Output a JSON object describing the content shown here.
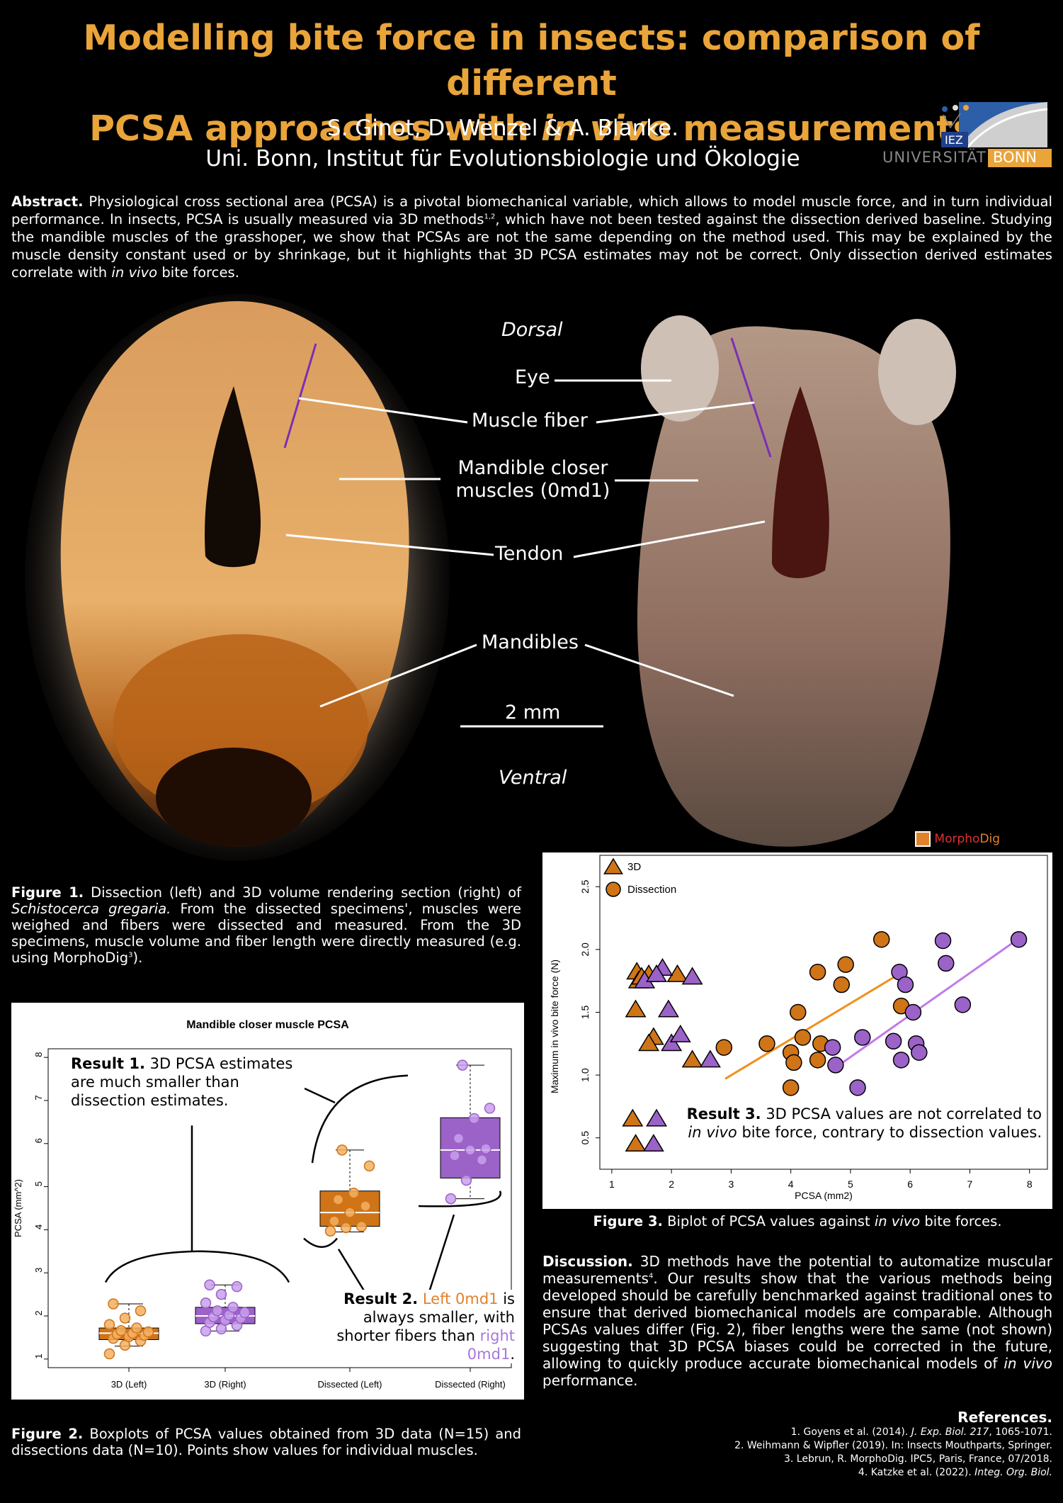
{
  "title": {
    "line1": "Modelling bite force in insects: comparison of different",
    "line2_pre": "PCSA approaches with ",
    "line2_italic": "in vivo",
    "line2_post": " measurements"
  },
  "authors": {
    "names": "S. Ginot, D. Wenzel & A. Blanke.",
    "affiliation": "Uni. Bonn, Institut für Evolutionsbiologie und Ökologie"
  },
  "logo": {
    "badge": "IEZ",
    "uni": "UNIVERSITÄT",
    "bonn": "BONN"
  },
  "abstract": {
    "heading": "Abstract.",
    "text1": " Physiological cross sectional area (PCSA) is a pivotal biomechanical variable, which allows to model muscle force, and in turn individual performance. In insects, PCSA is usually measured via 3D methods",
    "sup": "1,2",
    "text2": ", which have not been tested against the dissection derived baseline. Studying the mandible muscles of the grasshoper, we show that PCSAs are not the same depending on the method used. This may be explained by the muscle density constant used or by shrinkage, but it highlights that 3D PCSA estimates may not be correct. Only dissection derived estimates correlate with ",
    "italic": "in vivo",
    "text3": " bite forces."
  },
  "figure1": {
    "labels": {
      "dorsal": "Dorsal",
      "eye": "Eye",
      "muscle_fiber": "Muscle fiber",
      "closer1": "Mandible closer",
      "closer2": "muscles (0md1)",
      "tendon": "Tendon",
      "mandibles": "Mandibles",
      "scale": "2 mm",
      "ventral": "Ventral"
    },
    "morphodig": {
      "pre": "Morpho",
      "post": "Dig"
    },
    "caption": {
      "heading": "Figure 1.",
      "t1": " Dissection (left) and 3D volume rendering section (right) of ",
      "species": "Schistocerca gregaria.",
      "t2": " From the dissected specimens', muscles were weighed and fibers were dissected and measured. From the 3D specimens, muscle volume and fiber length were directly measured (e.g. using MorphoDig",
      "sup": "3",
      "t3": ")."
    }
  },
  "figure2": {
    "caption": {
      "heading": "Figure 2.",
      "text": " Boxplots of PCSA values obtained from 3D data (N=15) and dissections data (N=10). Points show values for individual muscles."
    },
    "result1": {
      "heading": "Result 1.",
      "text": " 3D PCSA estimates are much smaller than dissection estimates."
    },
    "result2": {
      "heading": "Result 2.",
      "sp1": " ",
      "left": "Left 0md1",
      "t1": " is always smaller, with shorter fibers than ",
      "right": "right 0md1",
      "t2": "."
    }
  },
  "figure3": {
    "caption": {
      "heading": "Figure 3.",
      "t1": " Biplot of PCSA values against ",
      "italic": "in vivo",
      "t2": " bite forces."
    },
    "result3": {
      "heading": "Result 3.",
      "t1": " 3D PCSA values are not correlated to ",
      "italic": "in vivo",
      "t2": " bite force, contrary to dissection values."
    }
  },
  "discussion": {
    "heading": "Discussion.",
    "t1": " 3D methods have the potential to automatize muscular measurements",
    "sup": "4",
    "t2": ". Our results show that the various methods being developed should be carefully benchmarked against traditional ones to ensure that derived biomechanical models are comparable. Although PCSAs values differ (Fig. 2), fiber lengths were the same (not shown) suggesting that 3D PCSA biases could be corrected in the future, allowing to quickly produce accurate biomechanical models of ",
    "italic": "in vivo",
    "t3": " performance."
  },
  "references": {
    "heading": "References.",
    "r1a": "1. Goyens et al. (2014). ",
    "r1i": "J. Exp. Biol. 217",
    "r1b": ", 1065-1071.",
    "r2": "2. Weihmann & Wipfler (2019). In: Insects Mouthparts, Springer.",
    "r3": "3. Lebrun, R. MorphoDig. IPC5, Paris, France, 07/2018.",
    "r4a": "4. Katzke et al. (2022). ",
    "r4i": "Integ. Org. Biol."
  },
  "colors": {
    "accent": "#e9a43a",
    "orange": "#d07418",
    "purple": "#9b62c8"
  },
  "chart_data": [
    {
      "type": "boxplot",
      "title": "Mandible closer muscle PCSA",
      "ylabel": "PCSA (mm^2)",
      "xlabel": "",
      "ylim": [
        0.8,
        8.2
      ],
      "yticks": [
        1,
        2,
        3,
        4,
        5,
        6,
        7,
        8
      ],
      "categories": [
        "3D (Left)",
        "3D (Right)",
        "Dissected (Left)",
        "Dissected (Right)"
      ],
      "boxes": [
        {
          "name": "3D (Left)",
          "color": "orange",
          "min": 1.3,
          "q1": 1.45,
          "median": 1.6,
          "q3": 1.72,
          "max": 2.28,
          "points": [
            1.12,
            1.32,
            1.42,
            1.48,
            1.52,
            1.55,
            1.58,
            1.6,
            1.63,
            1.66,
            1.72,
            1.8,
            1.95,
            2.12,
            2.28
          ]
        },
        {
          "name": "3D (Right)",
          "color": "purple",
          "min": 1.65,
          "q1": 1.82,
          "median": 2.0,
          "q3": 2.2,
          "max": 2.72,
          "points": [
            1.65,
            1.7,
            1.78,
            1.85,
            1.9,
            1.95,
            1.98,
            2.02,
            2.08,
            2.12,
            2.2,
            2.3,
            2.5,
            2.68,
            2.72
          ]
        },
        {
          "name": "Dissected (Left)",
          "color": "orange",
          "min": 3.95,
          "q1": 4.08,
          "median": 4.4,
          "q3": 4.9,
          "max": 5.85,
          "points": [
            3.97,
            4.05,
            4.08,
            4.2,
            4.4,
            4.55,
            4.7,
            4.85,
            5.48,
            5.85
          ]
        },
        {
          "name": "Dissected (Right)",
          "color": "purple",
          "min": 4.72,
          "q1": 5.2,
          "median": 5.85,
          "q3": 6.6,
          "max": 7.82,
          "points": [
            4.72,
            5.15,
            5.62,
            5.72,
            5.85,
            5.88,
            6.12,
            6.58,
            6.82,
            7.82
          ]
        }
      ]
    },
    {
      "type": "scatter",
      "xlabel": "PCSA (mm2)",
      "ylabel": "Maximum in vivo bite force (N)",
      "xlim": [
        0.8,
        8.3
      ],
      "ylim": [
        0.25,
        2.75
      ],
      "xticks": [
        1,
        2,
        3,
        4,
        5,
        6,
        7,
        8
      ],
      "yticks": [
        0.5,
        1.0,
        1.5,
        2.0,
        2.5
      ],
      "legend": [
        "3D",
        "Dissection"
      ],
      "legend_position": "top-left",
      "series": [
        {
          "name": "3D",
          "color": "orange",
          "marker": "triangle",
          "points": [
            [
              1.42,
              1.82
            ],
            [
              1.45,
              1.75
            ],
            [
              1.5,
              1.78
            ],
            [
              1.62,
              1.8
            ],
            [
              1.4,
              1.52
            ],
            [
              1.7,
              1.3
            ],
            [
              1.62,
              1.25
            ],
            [
              2.1,
              1.8
            ],
            [
              2.35,
              1.12
            ],
            [
              1.35,
              0.65
            ],
            [
              1.4,
              0.45
            ]
          ]
        },
        {
          "name": "3D",
          "color": "purple",
          "marker": "triangle",
          "points": [
            [
              1.55,
              1.75
            ],
            [
              1.85,
              1.85
            ],
            [
              1.75,
              1.8
            ],
            [
              1.95,
              1.52
            ],
            [
              2.0,
              1.25
            ],
            [
              2.15,
              1.32
            ],
            [
              2.35,
              1.78
            ],
            [
              2.65,
              1.12
            ],
            [
              1.75,
              0.65
            ],
            [
              1.7,
              0.45
            ]
          ]
        },
        {
          "name": "Dissection",
          "color": "orange",
          "marker": "circle",
          "points": [
            [
              2.88,
              1.22
            ],
            [
              3.6,
              1.25
            ],
            [
              4.0,
              1.18
            ],
            [
              4.05,
              1.1
            ],
            [
              4.12,
              1.5
            ],
            [
              4.2,
              1.3
            ],
            [
              4.45,
              1.82
            ],
            [
              4.5,
              1.25
            ],
            [
              4.45,
              1.12
            ],
            [
              4.85,
              1.72
            ],
            [
              4.92,
              1.88
            ],
            [
              5.52,
              2.08
            ],
            [
              5.85,
              1.55
            ],
            [
              4.0,
              0.9
            ]
          ],
          "trend": [
            [
              2.9,
              0.97
            ],
            [
              5.8,
              1.8
            ]
          ]
        },
        {
          "name": "Dissection",
          "color": "purple",
          "marker": "circle",
          "points": [
            [
              4.7,
              1.22
            ],
            [
              4.75,
              1.08
            ],
            [
              5.12,
              0.9
            ],
            [
              5.2,
              1.3
            ],
            [
              5.72,
              1.27
            ],
            [
              5.82,
              1.82
            ],
            [
              5.92,
              1.72
            ],
            [
              5.85,
              1.12
            ],
            [
              6.05,
              1.5
            ],
            [
              6.1,
              1.25
            ],
            [
              6.15,
              1.18
            ],
            [
              6.55,
              2.07
            ],
            [
              6.6,
              1.89
            ],
            [
              6.88,
              1.56
            ],
            [
              7.82,
              2.08
            ]
          ],
          "trend": [
            [
              4.75,
              1.06
            ],
            [
              7.8,
              2.08
            ]
          ]
        }
      ]
    }
  ]
}
